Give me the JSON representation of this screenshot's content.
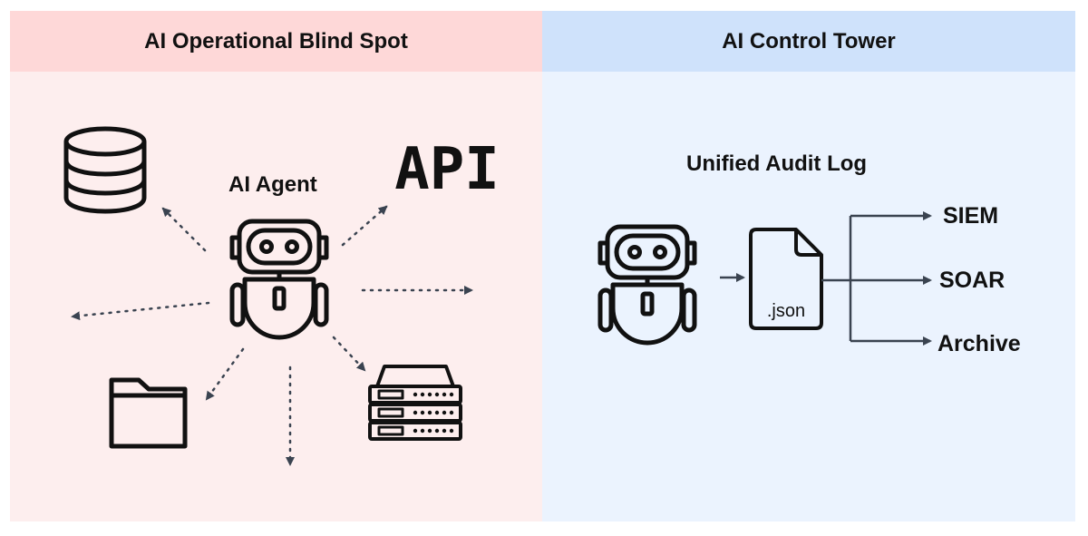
{
  "left_panel": {
    "title": "AI Operational Blind Spot",
    "agent_label": "AI Agent",
    "api_text": "API",
    "icons": [
      "database-icon",
      "folder-icon",
      "server-rack-icon",
      "robot-icon"
    ]
  },
  "right_panel": {
    "title": "AI Control Tower",
    "log_title": "Unified Audit Log",
    "file_label": ".json",
    "destinations": [
      "SIEM",
      "SOAR",
      "Archive"
    ],
    "icons": [
      "robot-icon",
      "json-file-icon"
    ]
  },
  "colors": {
    "left_header_bg": "#fed8d8",
    "left_body_bg": "#fdeeee",
    "right_header_bg": "#cfe2fb",
    "right_body_bg": "#ebf3fe",
    "arrow": "#3a4350",
    "ink": "#111111"
  }
}
